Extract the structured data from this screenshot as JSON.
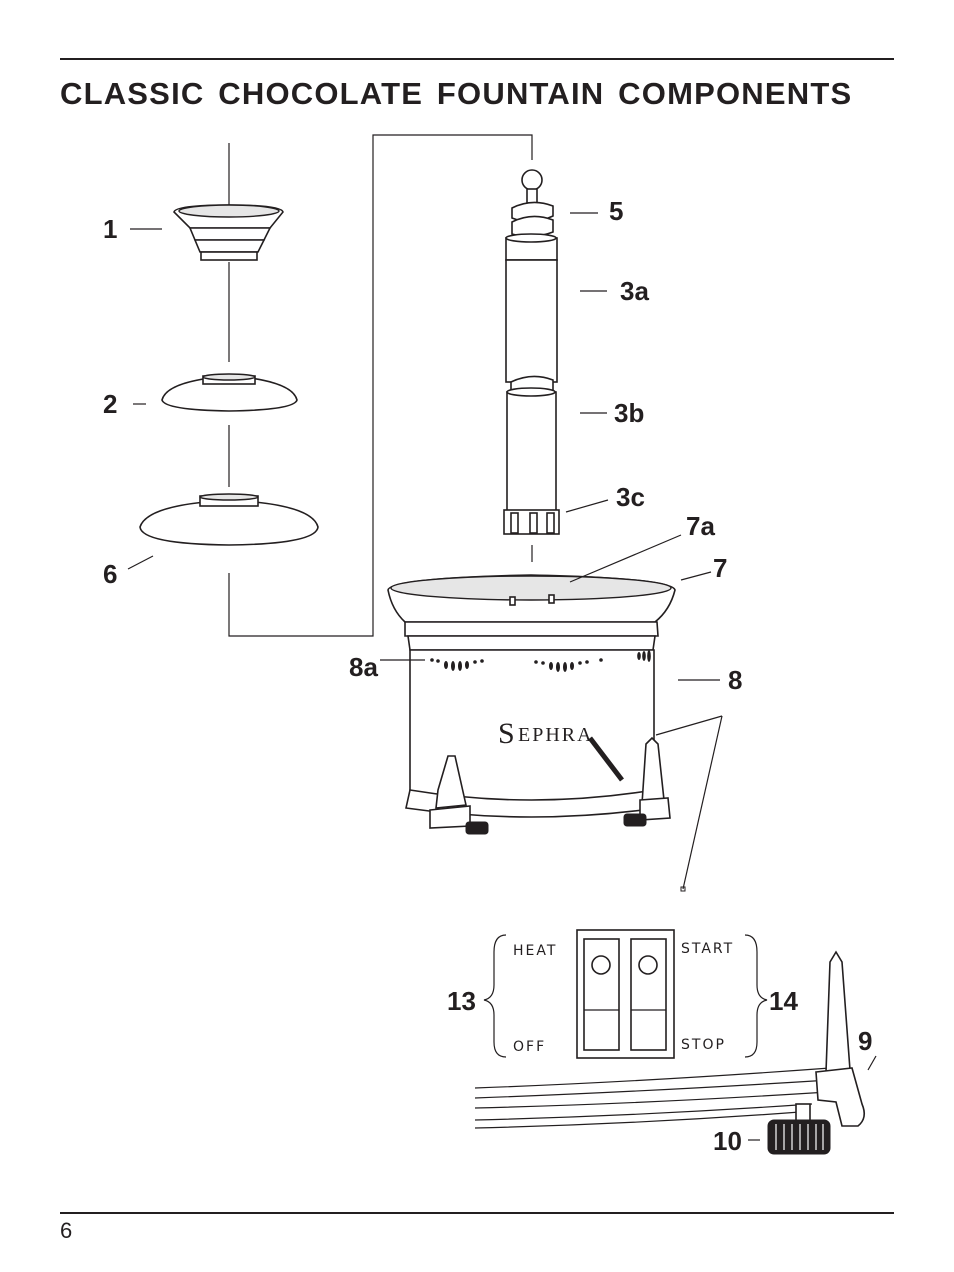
{
  "page": {
    "title": "CLASSIC CHOCOLATE FOUNTAIN COMPONENTS",
    "page_number": "6"
  },
  "labels": {
    "l1": "1",
    "l2": "2",
    "l6": "6",
    "l5": "5",
    "l3a": "3a",
    "l3b": "3b",
    "l3c": "3c",
    "l7a": "7a",
    "l7": "7",
    "l8a": "8a",
    "l8": "8",
    "l13": "13",
    "l14": "14",
    "l9": "9",
    "l10": "10"
  },
  "brand": {
    "initial": "S",
    "rest": "EPHRA"
  },
  "switch_panel": {
    "heat": "HEAT",
    "off": "OFF",
    "start": "START",
    "stop": "STOP"
  }
}
